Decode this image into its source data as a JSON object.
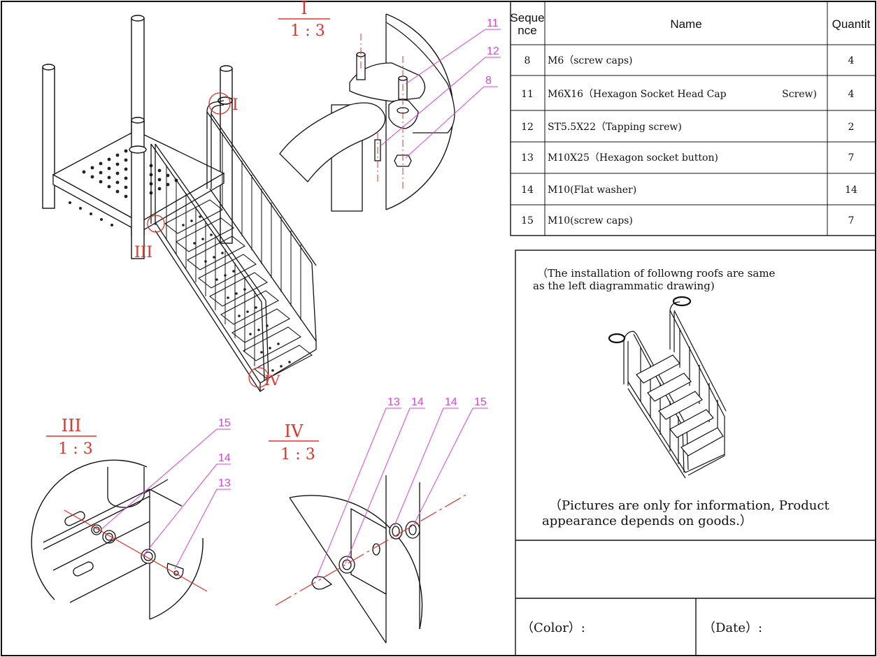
{
  "views": {
    "detail_i": {
      "label": "I",
      "scale": "1 : 3",
      "callouts": [
        "11",
        "12",
        "8"
      ]
    },
    "detail_iii": {
      "label": "III",
      "scale": "1 : 3",
      "callouts": [
        "15",
        "14",
        "13"
      ]
    },
    "detail_iv": {
      "label": "IV",
      "scale": "1 : 3",
      "callouts": [
        "13",
        "14",
        "14",
        "15"
      ]
    },
    "main_marks": {
      "i": "I",
      "iii": "III",
      "iv": "IV"
    }
  },
  "parts_table": {
    "headers": {
      "seq_line1": "Seque",
      "seq_line2": "nce",
      "name": "Name",
      "qty": "Quantit"
    },
    "rows": [
      {
        "seq": "8",
        "name": "M6（screw caps)",
        "qty": "4"
      },
      {
        "seq": "11",
        "name": "M6X16（Hexagon Socket Head Cap",
        "name_tail": "Screw)",
        "qty": "4"
      },
      {
        "seq": "12",
        "name": "ST5.5X22（Tapping screw)",
        "qty": "2"
      },
      {
        "seq": "13",
        "name": "M10X25（Hexagon socket button)",
        "qty": "7"
      },
      {
        "seq": "14",
        "name": "M10(Flat washer)",
        "qty": "14"
      },
      {
        "seq": "15",
        "name": "M10(screw caps)",
        "qty": "7"
      }
    ]
  },
  "notes": {
    "install_line1": "（The installation of followng roofs are same",
    "install_line2": "as the left diagrammatic drawing)",
    "info_line1": "（Pictures are only for information, Product",
    "info_line2": "appearance depends on goods.）"
  },
  "footer": {
    "color_label": "（Color）:",
    "date_label": "（Date）:"
  },
  "colors": {
    "callout": "#e040e0",
    "detail_marker": "#e8302a",
    "line": "#111111"
  }
}
